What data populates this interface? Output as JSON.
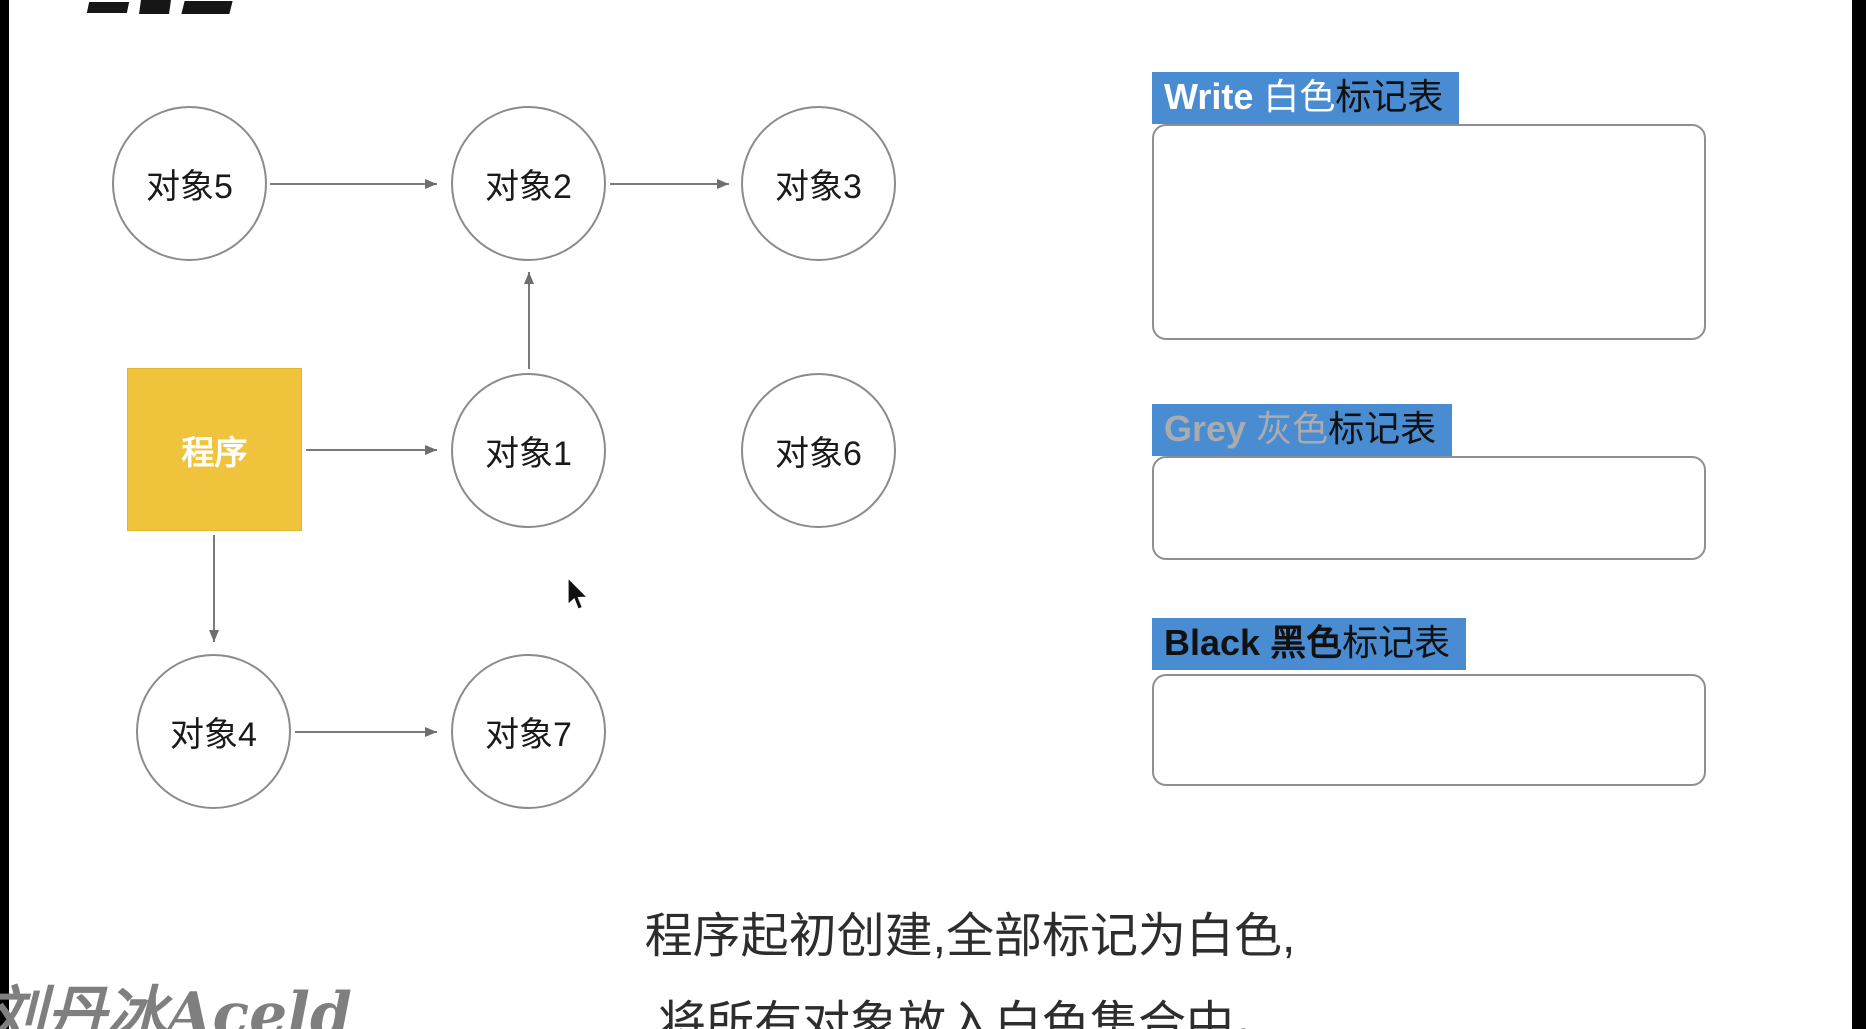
{
  "diagram": {
    "program": {
      "label": "程序"
    },
    "nodes": [
      {
        "id": "node-5",
        "label": "对象5"
      },
      {
        "id": "node-2",
        "label": "对象2"
      },
      {
        "id": "node-3",
        "label": "对象3"
      },
      {
        "id": "node-1",
        "label": "对象1"
      },
      {
        "id": "node-6",
        "label": "对象6"
      },
      {
        "id": "node-4",
        "label": "对象4"
      },
      {
        "id": "node-7",
        "label": "对象7"
      }
    ],
    "edges": [
      {
        "from": "对象5",
        "to": "对象2"
      },
      {
        "from": "对象2",
        "to": "对象3"
      },
      {
        "from": "对象1",
        "to": "对象2"
      },
      {
        "from": "程序",
        "to": "对象1"
      },
      {
        "from": "程序",
        "to": "对象4"
      },
      {
        "from": "对象4",
        "to": "对象7"
      }
    ]
  },
  "tables": [
    {
      "label_en": "Write",
      "label_cn": "白色",
      "label_suffix": "标记表"
    },
    {
      "label_en": "Grey",
      "label_cn": "灰色",
      "label_suffix": "标记表"
    },
    {
      "label_en": "Black",
      "label_cn": "黑色",
      "label_suffix": "标记表"
    }
  ],
  "caption": {
    "line1": "程序起初创建,全部标记为白色,",
    "line2": "将所有对象放入白色集合中。"
  },
  "watermark": "刘丹冰Aceld",
  "colors": {
    "program_fill": "#F0C33C",
    "tag_background": "#4A8CD2",
    "grey_label_text": "#A9ABAD",
    "node_border": "#8B8B8B",
    "arrow": "#7A7A7A"
  }
}
